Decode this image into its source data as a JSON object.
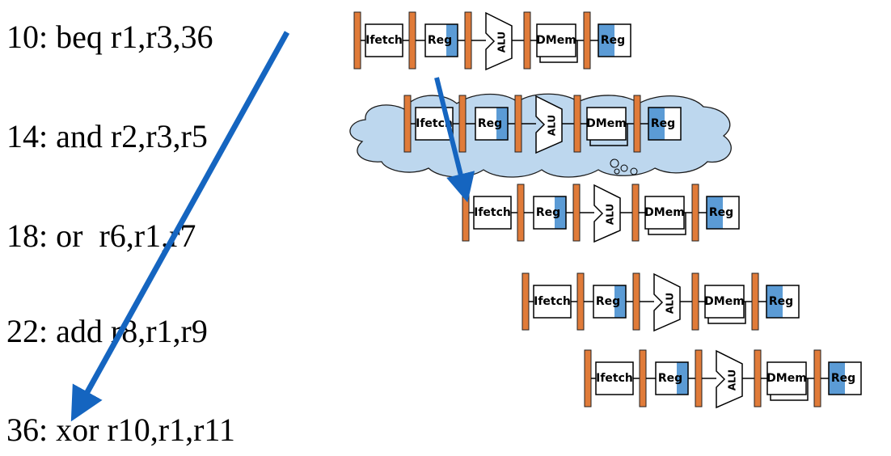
{
  "instructions": [
    {
      "addr": "10:",
      "text": "beq r1,r3,36"
    },
    {
      "addr": "14:",
      "text": "and r2,r3,r5"
    },
    {
      "addr": "18:",
      "text": "or  r6,r1,r7"
    },
    {
      "addr": "22:",
      "text": "add r8,r1,r9"
    },
    {
      "addr": "36:",
      "text": "xor r10,r1,r11"
    }
  ],
  "stage_labels": {
    "ifetch": "Ifetch",
    "reg": "Reg",
    "alu": "ALU",
    "dmem": "DMem"
  },
  "colors": {
    "latch": "#E07B39",
    "reg_fill": "#5B9BD5",
    "cloud": "#BDD7EE",
    "arrow": "#1565C0"
  }
}
